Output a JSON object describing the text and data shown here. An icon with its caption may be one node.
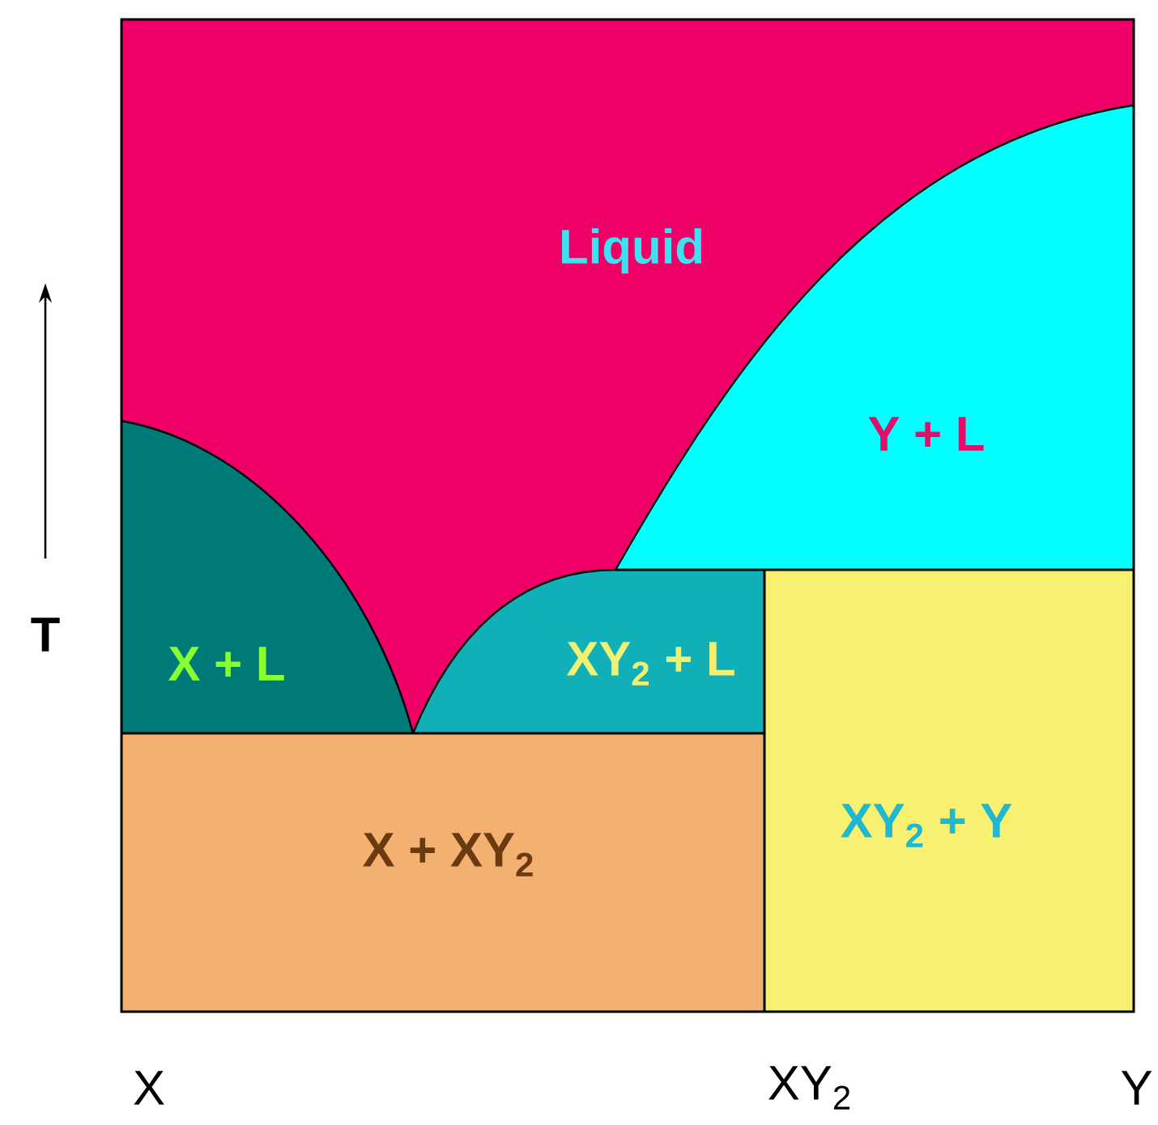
{
  "diagram": {
    "labels": [
      "Liquid",
      "Y + L",
      "T",
      "X + L",
      "XY$_{2}$ + L",
      "X + XY$_{2}$",
      "XY$_{2}$ + Y",
      "X",
      "XY$_{2}$",
      "Y"
    ]
  }
}
